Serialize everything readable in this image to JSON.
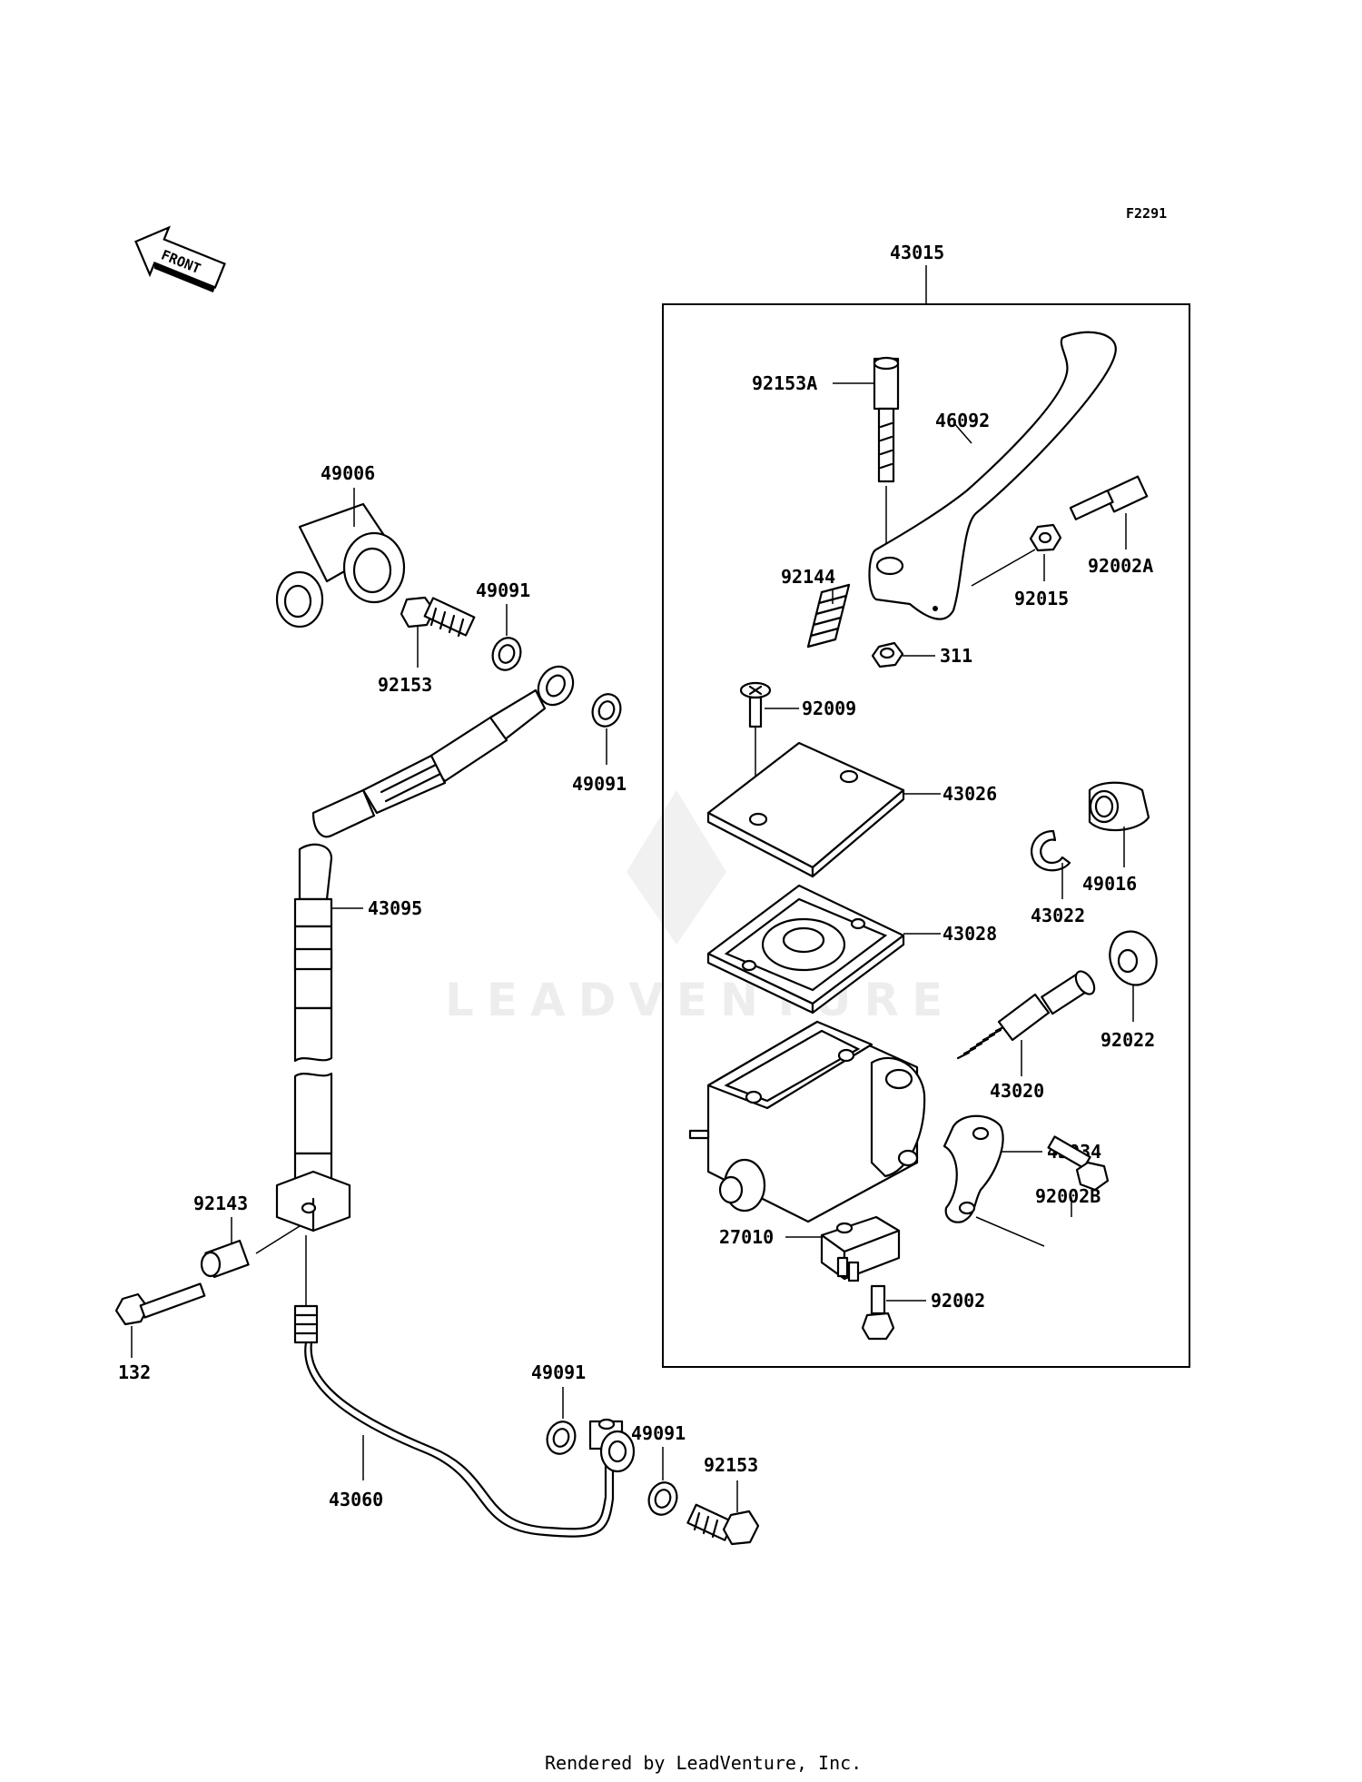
{
  "diagram_code": "F2291",
  "front_label": "FRONT",
  "watermark": "LEADVENTURE",
  "footer": "Rendered by LeadVenture, Inc.",
  "assembly_label": "43015",
  "parts": {
    "p92153A": "92153A",
    "p46092": "46092",
    "p92002A": "92002A",
    "p92015": "92015",
    "p92144": "92144",
    "p311": "311",
    "p92009": "92009",
    "p43026": "43026",
    "p43022": "43022",
    "p49016": "49016",
    "p43028": "43028",
    "p92022": "92022",
    "p43020": "43020",
    "p43034": "43034",
    "p92002B": "92002B",
    "p27010": "27010",
    "p92002": "92002",
    "p49006": "49006",
    "p49091a": "49091",
    "p92153a": "92153",
    "p49091b": "49091",
    "p43095": "43095",
    "p92143": "92143",
    "p132": "132",
    "p43060": "43060",
    "p49091c": "49091",
    "p49091d": "49091",
    "p92153b": "92153"
  }
}
